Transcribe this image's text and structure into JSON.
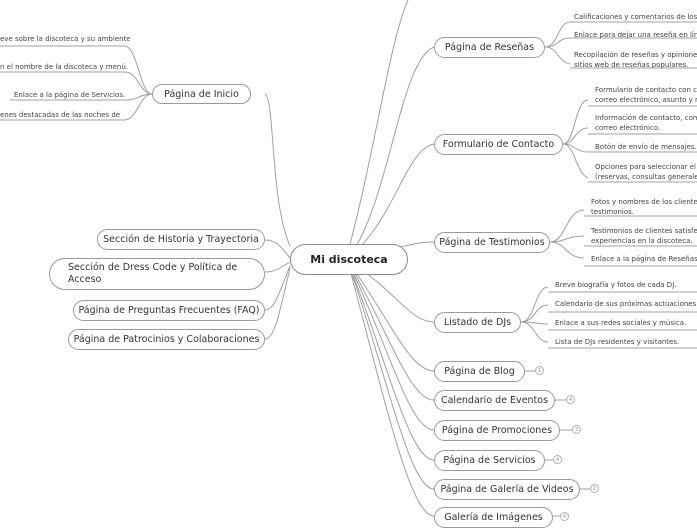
{
  "central": "Mi discoteca",
  "left_branches": [
    "Sección de Historia y Trayectoria",
    "Sección de Dress Code y Política de Acceso",
    "Página de Preguntas Frecuentes (FAQ)",
    "Página de Patrocinios y Colaboraciones"
  ],
  "inicio": {
    "label": "Página de Inicio",
    "leaves": [
      "eve sobre la discoteca y su ambiente",
      "n el nombre de la discoteca y menú.",
      "Enlace a la página de Servicios.",
      "enes destacadas de las noches de"
    ]
  },
  "resenas": {
    "label": "Página de Reseñas",
    "leaves": [
      "Calificaciones y comentarios de los vi",
      "Enlace para dejar una reseña en líne",
      "Recopilación de reseñas y opiniones\nsitios web de reseñas populares."
    ]
  },
  "contacto": {
    "label": "Formulario de Contacto",
    "leaves": [
      "Formulario de contacto con ca\ncorreo electrónico, asunto y m",
      "Información de contacto, como\ncorreo electrónico.",
      "Botón de envío de mensajes.",
      "Opciones para seleccionar el m\n(reservas, consultas generales"
    ]
  },
  "testimonios": {
    "label": "Página de Testimonios",
    "leaves": [
      "Fotos y nombres de los clientes\ntestimonios.",
      "Testimonios de clientes satisfec\nexperiencias en la discoteca.",
      "Enlace a la página de Reseñas c"
    ]
  },
  "djs": {
    "label": "Listado de DJs",
    "leaves": [
      "Breve biografía y fotos de cada DJ.",
      "Calendario de sus próximas actuaciones.",
      "Enlace a sus redes sociales y música.",
      "Lista de DJs residentes y visitantes."
    ]
  },
  "collapsed": [
    {
      "label": "Página de Blog",
      "badge": "1"
    },
    {
      "label": "Calendario de Eventos",
      "badge": "4"
    },
    {
      "label": "Página de Promociones",
      "badge": "3"
    },
    {
      "label": "Página de Servicios",
      "badge": "4"
    },
    {
      "label": "Página de Galería de Videos",
      "badge": "2"
    },
    {
      "label": "Galería de Imágenes",
      "badge": "4"
    }
  ]
}
